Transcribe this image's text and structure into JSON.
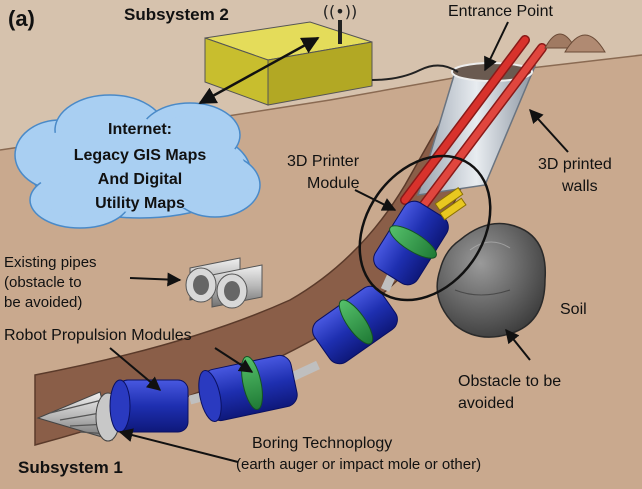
{
  "figure": {
    "panel_label": "(a)",
    "subsystem_2_label": "Subsystem 2",
    "subsystem_1_label": "Subsystem 1",
    "entrance_label": "Entrance Point",
    "internet": {
      "title": "Internet:",
      "lines": [
        "Legacy GIS Maps",
        "And Digital",
        "Utility Maps"
      ]
    },
    "printer_label": [
      "3D Printer",
      "Module"
    ],
    "walls_label": [
      "3D printed",
      "walls"
    ],
    "pipes_label": [
      "Existing pipes",
      "(obstacle to",
      "be avoided)"
    ],
    "propulsion_label": "Robot Propulsion Modules",
    "soil_label": "Soil",
    "obstacle_label": [
      "Obstacle to be",
      "avoided"
    ],
    "boring_label": [
      "Boring Technoplogy",
      "(earth auger or impact mole or other)"
    ]
  },
  "colors": {
    "soil": "#c9a98e",
    "surface": "#d9c6b2",
    "tunnel": "#8a5e48",
    "module_blue": "#1e2fb0",
    "ring_green": "#2f9a48",
    "box_yellow": "#d2c83a",
    "cloud_blue": "#a9cff2",
    "wall_red": "#d8322c"
  }
}
